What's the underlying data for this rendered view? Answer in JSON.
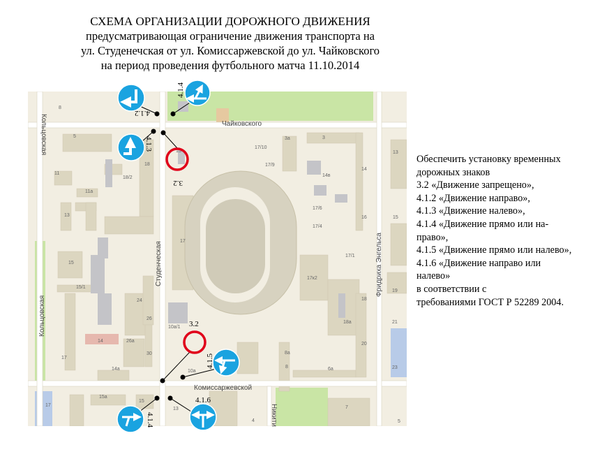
{
  "title": {
    "heading": "СХЕМА ОРГАНИЗАЦИИ ДОРОЖНОГО ДВИЖЕНИЯ",
    "line1": "предусматривающая ограничение движения транспорта на",
    "line2": "ул. Студенечская от ул. Комиссаржевской до ул. Чайковского",
    "line3": "на период проведения футбольного матча 11.10.2014"
  },
  "notes": [
    "Обеспечить установку временных",
    "дорожных знаков",
    "3.2 «Движение запрещено»,",
    "4.1.2 «Движение направо»,",
    "4.1.3 «Движение налево»,",
    "4.1.4 «Движение прямо или на-",
    "право»,",
    "4.1.5 «Движение прямо или налево»,",
    "4.1.6 «Движение направо или",
    "налево»",
    "в соответствии с",
    "требованиями ГОСТ Р 52289 2004."
  ],
  "streets": {
    "chaikovskogo": "Чайковского",
    "studencheskaya": "Студенческая",
    "komissarzhevskoy": "Комиссаржевской",
    "koltsovskaya_top": "Кольцовская",
    "koltsovskaya_bottom": "Кольцовская",
    "engelsa": "Фридриха Энгельса",
    "nikitina": "Никити"
  },
  "signs": {
    "s412": "4.1.2",
    "s414_top": "4.1.4",
    "s413": "4.1.3",
    "s32_top": "3.2",
    "s32_bottom": "3.2",
    "s415": "4.1.5",
    "s414_bottom": "4.1.4",
    "s416": "4.1.6"
  },
  "buildings": [
    "8",
    "5",
    "11",
    "18/2",
    "11а",
    "13",
    "18",
    "15",
    "15/1",
    "24",
    "26",
    "26а",
    "14",
    "17",
    "14а",
    "30",
    "10а/1",
    "10а",
    "15",
    "17/10",
    "17/9",
    "3а",
    "3",
    "14в",
    "17/6",
    "17/4",
    "17/1",
    "17к2",
    "18а",
    "8а",
    "8",
    "6а",
    "18",
    "20",
    "13",
    "14",
    "16",
    "15",
    "19",
    "21",
    "23",
    "15а",
    "15",
    "17",
    "13",
    "4",
    "7",
    "5",
    "17"
  ],
  "colors": {
    "sign_blue": "#1aa3e0",
    "prohibit_red": "#e0001a",
    "map_bg": "#f2eee2",
    "road": "#ffffff",
    "park": "#c9e5a5",
    "building": "#dcd6c0",
    "building_gray": "#c4c4c8"
  }
}
